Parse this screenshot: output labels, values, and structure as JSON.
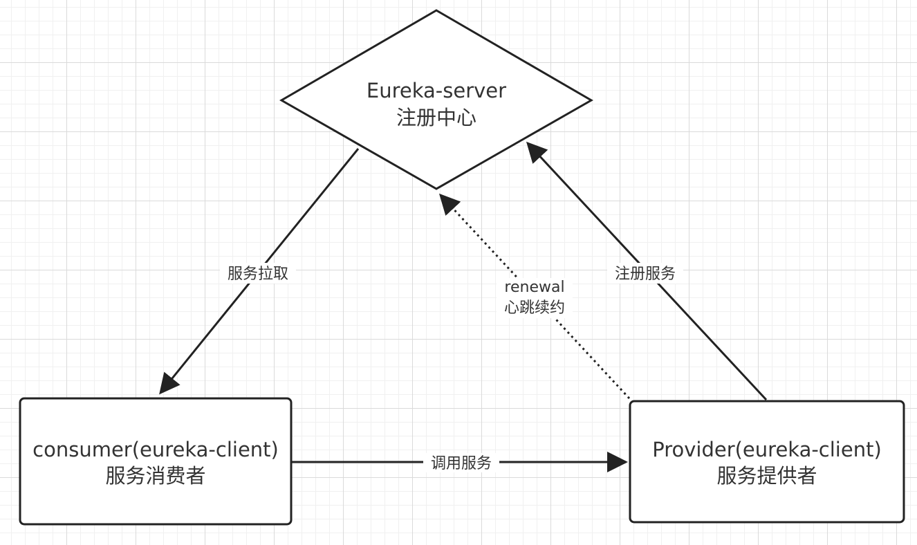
{
  "nodes": {
    "server": {
      "line1": "Eureka-server",
      "line2": "注册中心"
    },
    "consumer": {
      "line1": "consumer(eureka-client)",
      "line2": "服务消费者"
    },
    "provider": {
      "line1": "Provider(eureka-client)",
      "line2": "服务提供者"
    }
  },
  "edges": {
    "pull": {
      "label": "服务拉取"
    },
    "register": {
      "label": "注册服务"
    },
    "renewal": {
      "line1": "renewal",
      "line2": "心跳续约"
    },
    "invoke": {
      "label": "调用服务"
    }
  }
}
